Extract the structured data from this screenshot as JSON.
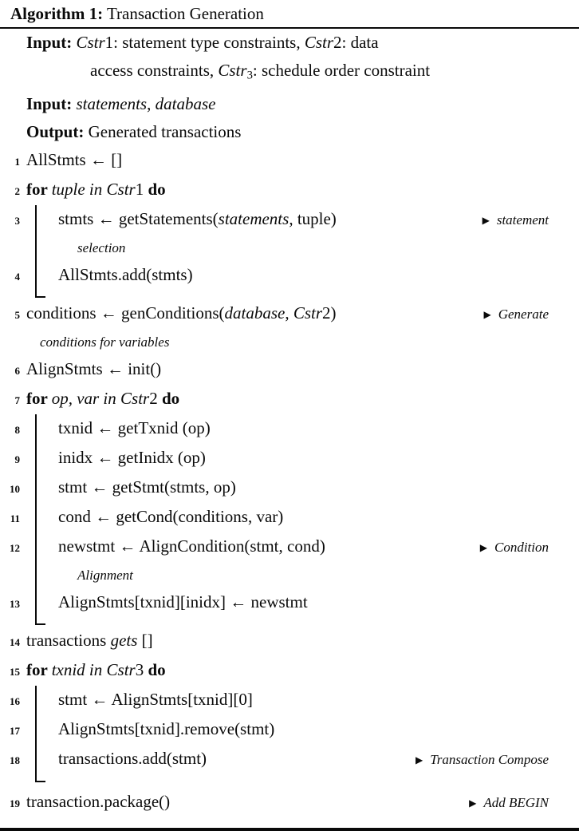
{
  "algorithm": {
    "label": "Algorithm 1:",
    "title": "Transaction Generation",
    "comment_marker": "▶",
    "header": [
      {
        "hang": false,
        "segments": [
          {
            "t": "Input: ",
            "s": "b"
          },
          {
            "t": "Cstr",
            "s": "i"
          },
          {
            "t": "1",
            "s": "n"
          },
          {
            "t": ": statement type constraints, ",
            "s": "n"
          },
          {
            "t": "Cstr",
            "s": "i"
          },
          {
            "t": "2",
            "s": "n"
          },
          {
            "t": ": data",
            "s": "n"
          }
        ]
      },
      {
        "hang": true,
        "segments": [
          {
            "t": "access constraints, ",
            "s": "n"
          },
          {
            "t": "Cstr",
            "s": "i"
          },
          {
            "t": "3",
            "s": "sub"
          },
          {
            "t": ": schedule order constraint",
            "s": "n"
          }
        ]
      },
      {
        "hang": false,
        "segments": [
          {
            "t": "Input: ",
            "s": "b"
          },
          {
            "t": "statements",
            "s": "i"
          },
          {
            "t": ", ",
            "s": "n"
          },
          {
            "t": "database",
            "s": "i"
          }
        ]
      },
      {
        "hang": false,
        "segments": [
          {
            "t": "Output: ",
            "s": "b"
          },
          {
            "t": "Generated transactions",
            "s": "n"
          }
        ]
      }
    ],
    "body": [
      {
        "type": "code",
        "num": "1",
        "segments": [
          {
            "t": "AllStmts ← []",
            "s": "n"
          }
        ]
      },
      {
        "type": "code",
        "num": "2",
        "segments": [
          {
            "t": "for ",
            "s": "b"
          },
          {
            "t": "tuple in Cstr",
            "s": "i"
          },
          {
            "t": "1 ",
            "s": "n"
          },
          {
            "t": "do",
            "s": "b"
          }
        ]
      },
      {
        "type": "block",
        "rows": [
          {
            "type": "code",
            "num": "3",
            "segments": [
              {
                "t": "stmts ← getStatements(",
                "s": "n"
              },
              {
                "t": "statements",
                "s": "i"
              },
              {
                "t": ", tuple)",
                "s": "n"
              }
            ],
            "comment": [
              {
                "t": "statement",
                "s": "i"
              }
            ]
          },
          {
            "type": "cont",
            "indent": 1,
            "segments": [
              {
                "t": "selection",
                "s": "i"
              }
            ]
          },
          {
            "type": "code",
            "num": "4",
            "segments": [
              {
                "t": "AllStmts.add(stmts)",
                "s": "n"
              }
            ]
          }
        ]
      },
      {
        "type": "code",
        "num": "5",
        "segments": [
          {
            "t": "conditions ← genConditions(",
            "s": "n"
          },
          {
            "t": "database",
            "s": "i"
          },
          {
            "t": ", ",
            "s": "n"
          },
          {
            "t": "Cstr",
            "s": "i"
          },
          {
            "t": "2)",
            "s": "n"
          }
        ],
        "comment": [
          {
            "t": "Generate",
            "s": "i"
          }
        ]
      },
      {
        "type": "cont",
        "indent": 0,
        "segments": [
          {
            "t": "conditions for variables",
            "s": "i"
          }
        ]
      },
      {
        "type": "code",
        "num": "6",
        "segments": [
          {
            "t": "AlignStmts ← init()",
            "s": "n"
          }
        ]
      },
      {
        "type": "code",
        "num": "7",
        "segments": [
          {
            "t": "for ",
            "s": "b"
          },
          {
            "t": "op, var in Cstr",
            "s": "i"
          },
          {
            "t": "2 ",
            "s": "n"
          },
          {
            "t": "do",
            "s": "b"
          }
        ]
      },
      {
        "type": "block",
        "rows": [
          {
            "type": "code",
            "num": "8",
            "segments": [
              {
                "t": "txnid ← getTxnid (op)",
                "s": "n"
              }
            ]
          },
          {
            "type": "code",
            "num": "9",
            "segments": [
              {
                "t": "inidx ← getInidx (op)",
                "s": "n"
              }
            ]
          },
          {
            "type": "code",
            "num": "10",
            "segments": [
              {
                "t": "stmt ← getStmt(stmts, op)",
                "s": "n"
              }
            ]
          },
          {
            "type": "code",
            "num": "11",
            "segments": [
              {
                "t": "cond ← getCond(conditions, var)",
                "s": "n"
              }
            ]
          },
          {
            "type": "code",
            "num": "12",
            "segments": [
              {
                "t": "newstmt ← AlignCondition(stmt, cond)",
                "s": "n"
              }
            ],
            "comment": [
              {
                "t": "Condition",
                "s": "i"
              }
            ]
          },
          {
            "type": "cont",
            "indent": 1,
            "segments": [
              {
                "t": "Alignment",
                "s": "i"
              }
            ]
          },
          {
            "type": "code",
            "num": "13",
            "segments": [
              {
                "t": "AlignStmts[txnid][inidx] ← newstmt",
                "s": "n"
              }
            ]
          }
        ]
      },
      {
        "type": "code",
        "num": "14",
        "segments": [
          {
            "t": "transactions ",
            "s": "n"
          },
          {
            "t": "gets",
            "s": "i"
          },
          {
            "t": " []",
            "s": "n"
          }
        ]
      },
      {
        "type": "code",
        "num": "15",
        "segments": [
          {
            "t": "for ",
            "s": "b"
          },
          {
            "t": "txnid in Cstr",
            "s": "i"
          },
          {
            "t": "3 ",
            "s": "n"
          },
          {
            "t": "do",
            "s": "b"
          }
        ]
      },
      {
        "type": "block",
        "rows": [
          {
            "type": "code",
            "num": "16",
            "segments": [
              {
                "t": "stmt ← AlignStmts[txnid][0]",
                "s": "n"
              }
            ]
          },
          {
            "type": "code",
            "num": "17",
            "segments": [
              {
                "t": "AlignStmts[txnid].remove(stmt)",
                "s": "n"
              }
            ]
          },
          {
            "type": "code",
            "num": "18",
            "segments": [
              {
                "t": "transactions.add(stmt)",
                "s": "n"
              }
            ],
            "comment": [
              {
                "t": "Transaction Compose",
                "s": "i"
              }
            ]
          }
        ]
      },
      {
        "type": "code",
        "num": "19",
        "gap_top": true,
        "segments": [
          {
            "t": "transaction.package()",
            "s": "n"
          }
        ],
        "comment": [
          {
            "t": "Add BEGIN",
            "s": "i"
          }
        ]
      }
    ]
  }
}
